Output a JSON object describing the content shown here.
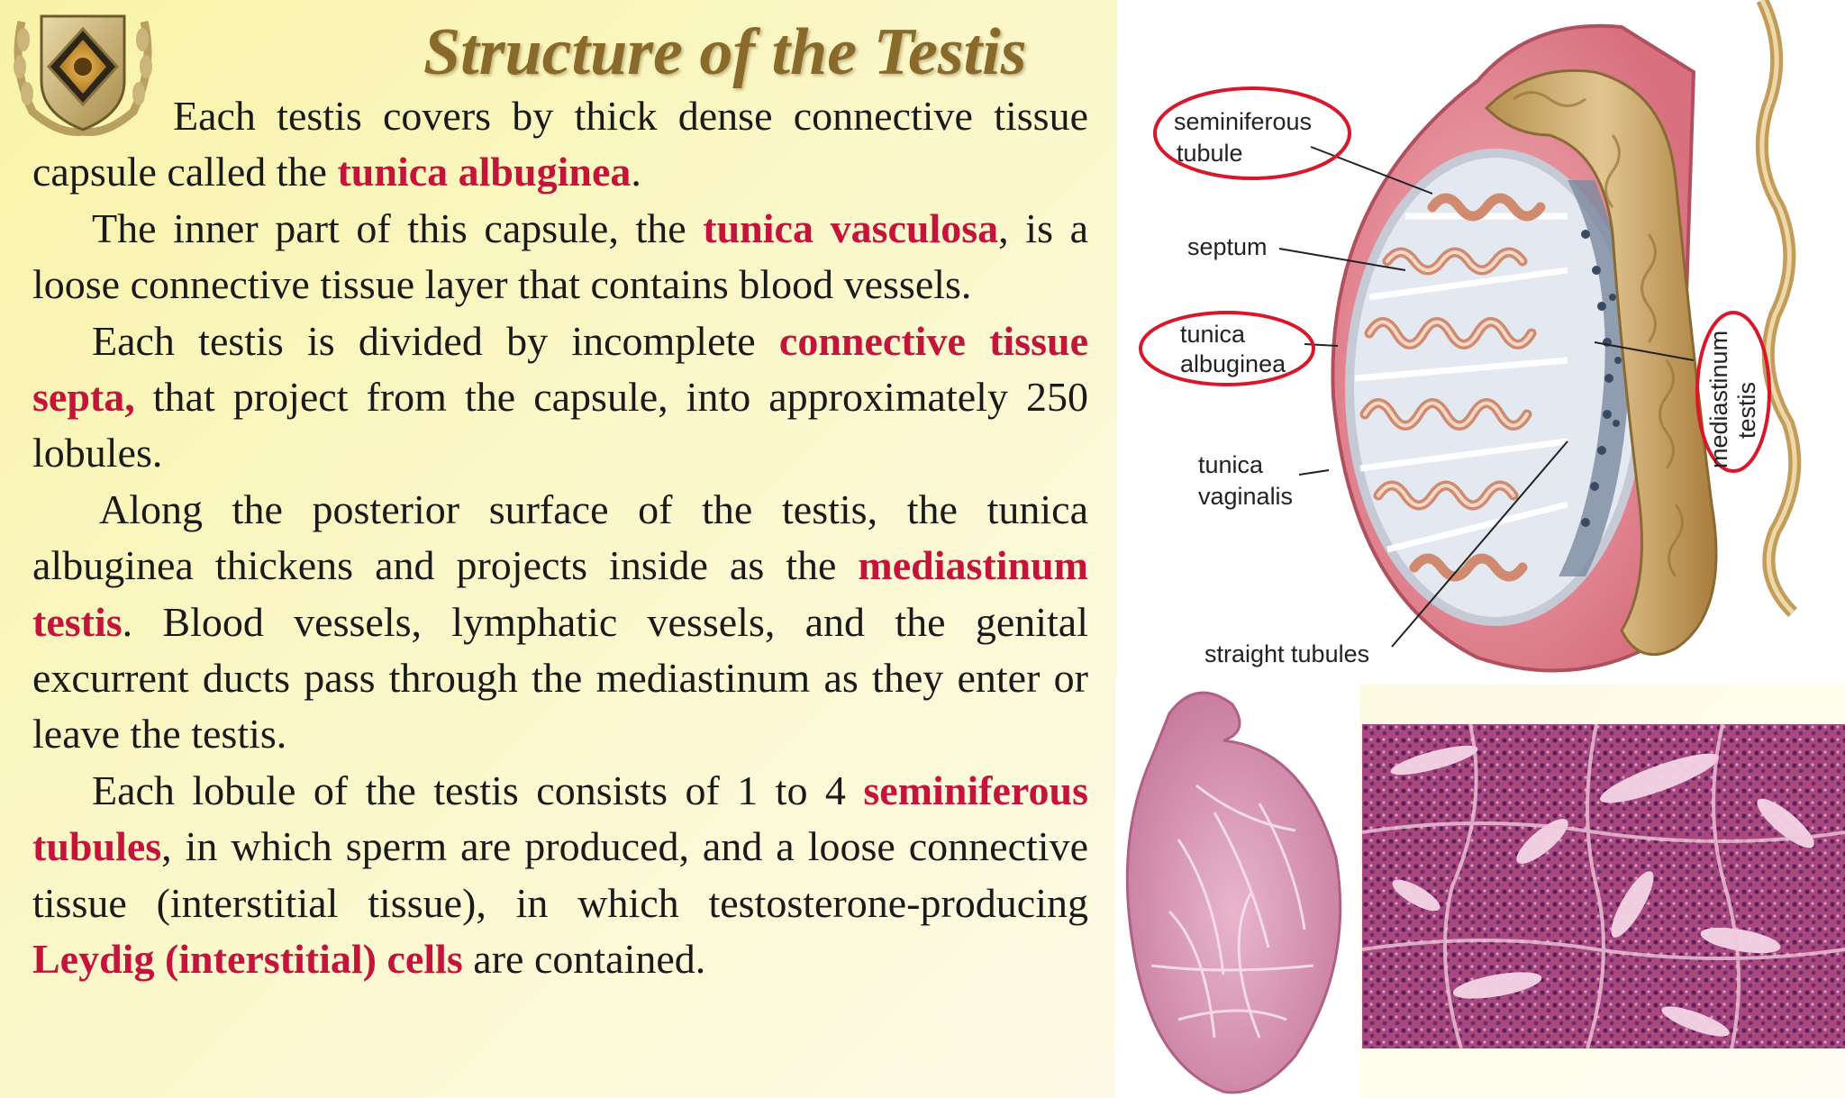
{
  "slide": {
    "title": "Structure of the Testis",
    "paragraphs": [
      {
        "segments": [
          {
            "text": "Each testis covers by thick dense connective tissue capsule called the ",
            "term": false
          },
          {
            "text": "tunica albuginea",
            "term": true
          },
          {
            "text": ".",
            "term": false
          }
        ]
      },
      {
        "segments": [
          {
            "text": "The inner part of this capsule, the ",
            "term": false
          },
          {
            "text": "tunica vasculosa",
            "term": true
          },
          {
            "text": ", is a loose connective tissue layer that contains blood vessels.",
            "term": false
          }
        ]
      },
      {
        "segments": [
          {
            "text": "Each testis is divided by incomplete ",
            "term": false
          },
          {
            "text": "connective tissue septa,",
            "term": true
          },
          {
            "text": " that project from the capsule, into approximately 250 lobules.",
            "term": false
          }
        ]
      },
      {
        "segments": [
          {
            "text": "Along the posterior surface of the testis, the tunica albuginea thickens and projects inside as the ",
            "term": false
          },
          {
            "text": "mediastinum testis",
            "term": true
          },
          {
            "text": ". Blood vessels, lymphatic vessels, and the genital excurrent ducts pass through the mediastinum as they enter or leave the testis.",
            "term": false
          }
        ]
      },
      {
        "segments": [
          {
            "text": "Each lobule of the testis consists of 1 to 4 ",
            "term": false
          },
          {
            "text": "seminiferous tubules",
            "term": true
          },
          {
            "text": ", in which sperm are produced, and a loose connective tissue (interstitial tissue), in which testosterone-producing ",
            "term": false
          },
          {
            "text": "Leydig (interstitial) cells",
            "term": true
          },
          {
            "text": " are contained.",
            "term": false
          }
        ]
      }
    ]
  },
  "diagram": {
    "labels": {
      "seminiferous_1": "seminiferous",
      "seminiferous_2": "tubule",
      "septum": "septum",
      "albuginea_1": "tunica",
      "albuginea_2": "albuginea",
      "vaginalis_1": "tunica",
      "vaginalis_2": "vaginalis",
      "straight": "straight tubules",
      "mediastinum_1": "mediastinum",
      "mediastinum_2": "testis"
    }
  },
  "colors": {
    "term": "#c5143c",
    "title": "#8a6a2a",
    "highlight_circle": "#d8182a"
  }
}
